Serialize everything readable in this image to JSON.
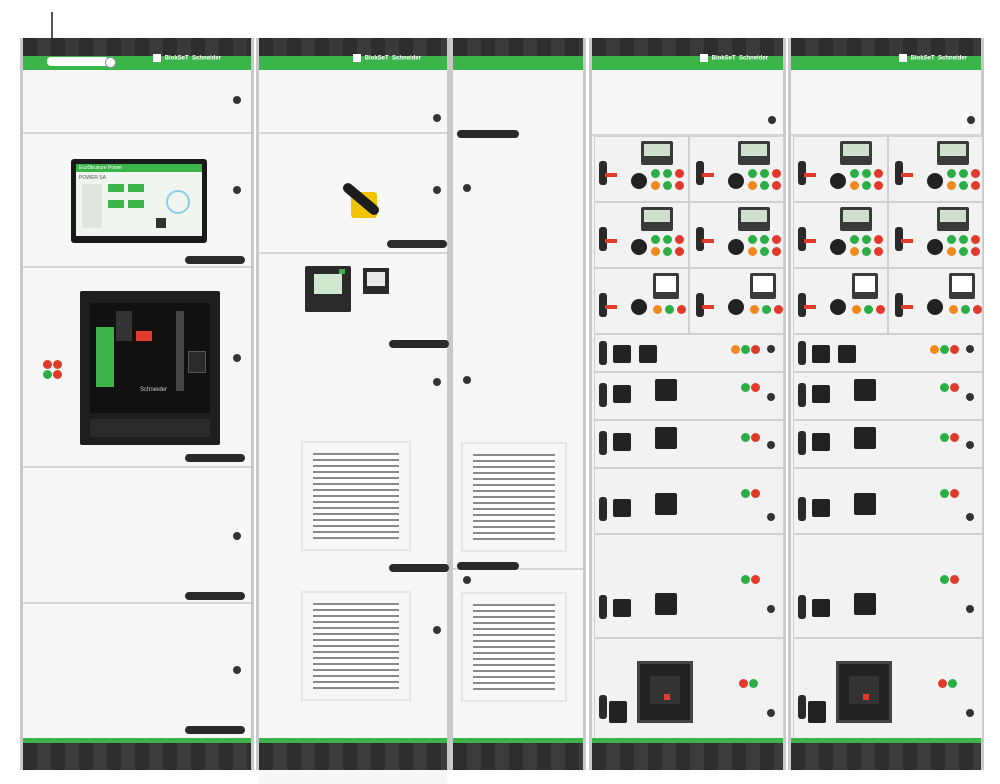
{
  "brand": {
    "product": "BlokSeT",
    "maker": "Schneider"
  },
  "hmi": {
    "header": "EcoStruxure Power",
    "subtitle": "POWER SA"
  },
  "breaker": {
    "brand": "Schneider"
  },
  "colors": {
    "frame": "#2e2e2e",
    "accent_green": "#3bb44a",
    "panel": "#f3f3f3",
    "indicator_red": "#e23a2a",
    "indicator_green": "#2cae47",
    "indicator_orange": "#f08a1c",
    "handle": "#2a2a2a"
  },
  "icons": [
    "schneider-logo-icon",
    "qr-code-icon",
    "status-led-icon",
    "door-lock-icon",
    "ventilation-grille-icon"
  ]
}
